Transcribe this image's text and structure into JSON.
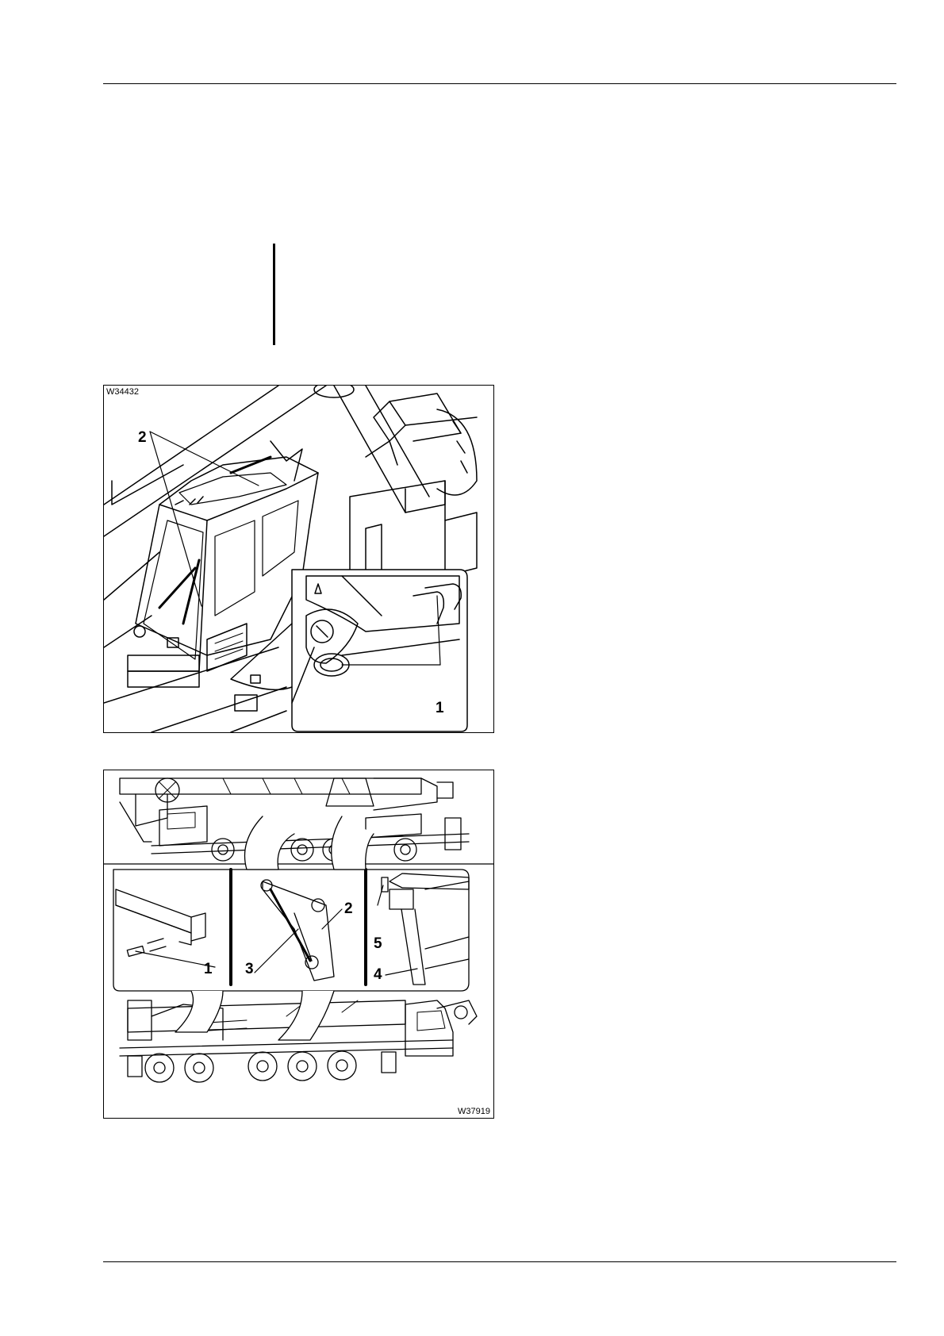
{
  "figures": [
    {
      "id": "W34432",
      "callouts": [
        "1",
        "2"
      ]
    },
    {
      "id": "W37919",
      "callouts": [
        "1",
        "2",
        "3",
        "4",
        "5"
      ]
    }
  ]
}
